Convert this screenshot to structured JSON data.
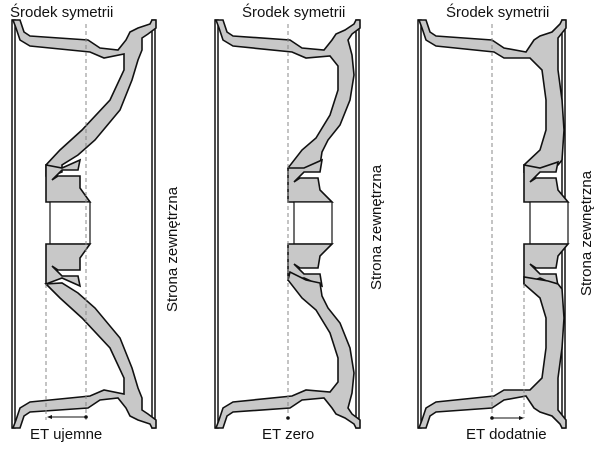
{
  "diagrams": [
    {
      "id": "negative",
      "title": "Środek symetrii",
      "side_label": "Strona zewnętrzna",
      "offset_label": "ET ujemne",
      "offset_type": "negative"
    },
    {
      "id": "zero",
      "title": "Środek symetrii",
      "side_label": "Strona zewnętrzna",
      "offset_label": "ET zero",
      "offset_type": "zero"
    },
    {
      "id": "positive",
      "title": "Środek symetrii",
      "side_label": "Strona zewnętrzna",
      "offset_label": "ET dodatnie",
      "offset_type": "positive"
    }
  ],
  "colors": {
    "fill": "#c8c8c8",
    "stroke": "#111111",
    "dashed": "#888888"
  }
}
